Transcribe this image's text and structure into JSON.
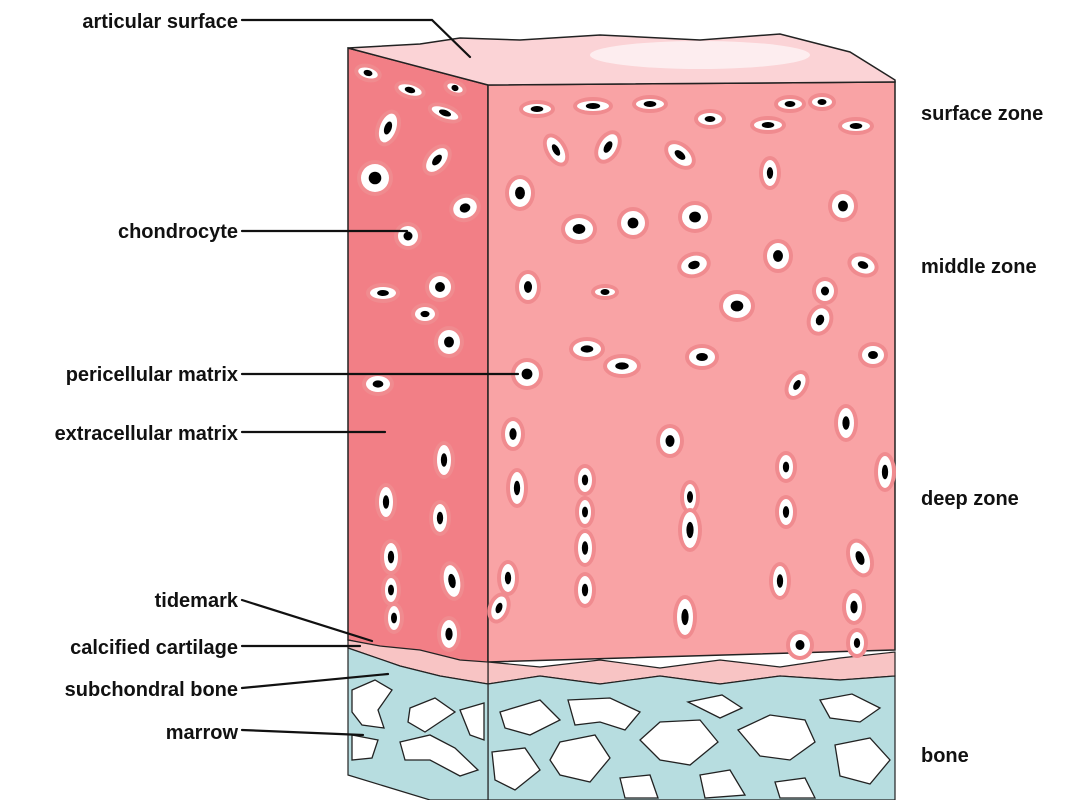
{
  "labels": {
    "left": {
      "articular_surface": "articular surface",
      "chondrocyte": "chondrocyte",
      "pericellular_matrix": "pericellular matrix",
      "extracellular_matrix": "extracellular matrix",
      "tidemark": "tidemark",
      "calcified_cartilage": "calcified cartilage",
      "subchondral_bone": "subchondral bone",
      "marrow": "marrow"
    },
    "right": {
      "surface_zone": "surface zone",
      "middle_zone": "middle zone",
      "deep_zone": "deep zone",
      "bone": "bone"
    }
  },
  "colors": {
    "front_cartilage": "#f9a3a5",
    "side_cartilage": "#f27f86",
    "top_surface": "#fbd3d6",
    "calcified_cartilage": "#f8c4c4",
    "bone": "#b7dde0",
    "marrow": "#ffffff",
    "pericellular_matrix": "#f08b8f",
    "lacuna": "#ffffff",
    "nucleus": "#000000",
    "outline": "#222222"
  }
}
